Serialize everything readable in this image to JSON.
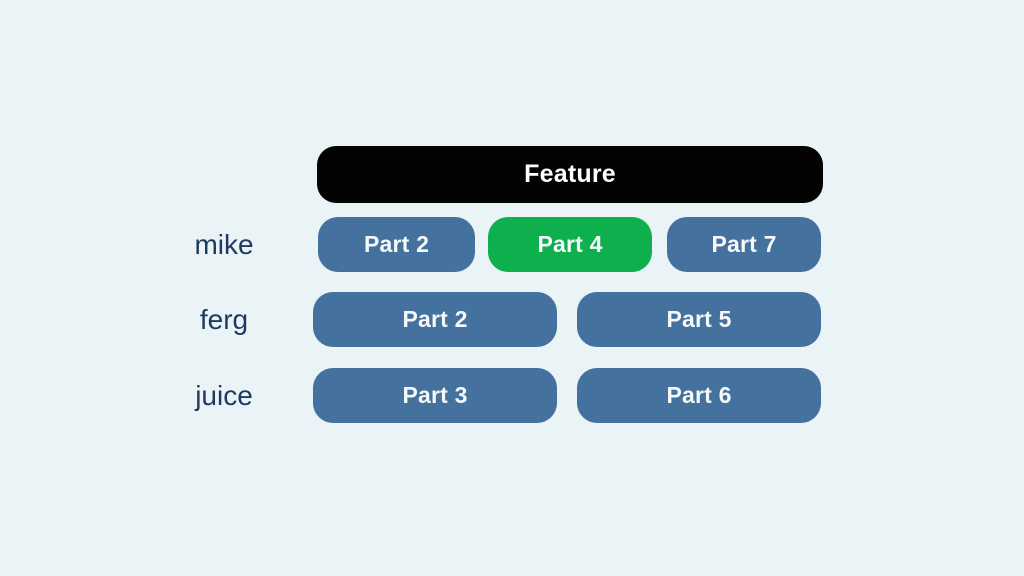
{
  "colors": {
    "background": "#EAF4F7",
    "header_bg": "#030303",
    "header_text": "#FFFFFF",
    "pill_blue": "#44719E",
    "pill_green": "#0DB04C",
    "pill_text": "#F5F9FA",
    "row_label_text": "#1E3A5F"
  },
  "header": {
    "label": "Feature"
  },
  "rows": [
    {
      "label": "mike",
      "parts": [
        {
          "label": "Part 2",
          "color": "blue"
        },
        {
          "label": "Part 4",
          "color": "green"
        },
        {
          "label": "Part 7",
          "color": "blue"
        }
      ]
    },
    {
      "label": "ferg",
      "parts": [
        {
          "label": "Part 2",
          "color": "blue"
        },
        {
          "label": "Part 5",
          "color": "blue"
        }
      ]
    },
    {
      "label": "juice",
      "parts": [
        {
          "label": "Part 3",
          "color": "blue"
        },
        {
          "label": "Part 6",
          "color": "blue"
        }
      ]
    }
  ]
}
